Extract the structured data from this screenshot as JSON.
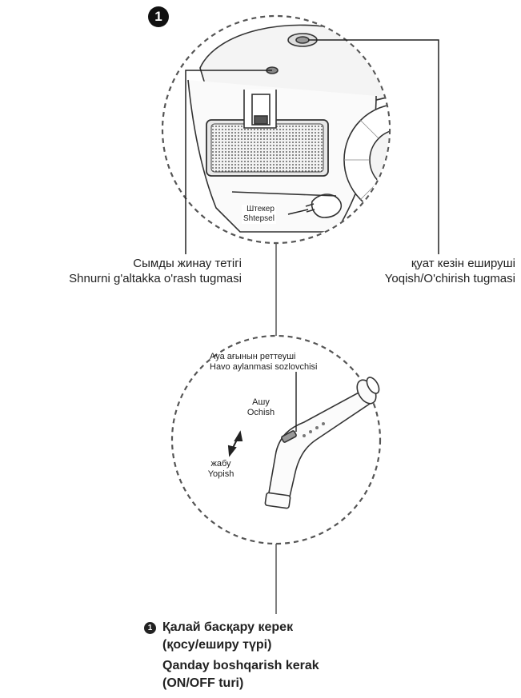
{
  "marker": {
    "number": "1"
  },
  "top_callouts": {
    "plug": {
      "line1": "Штекер",
      "line2": "Shtepsel"
    },
    "cord_button": {
      "line1": "Сымды жинау тетігі",
      "line2": "Shnurni g'altakka o'rash tugmasi"
    },
    "power_button": {
      "line1": "қуат кезін ешируші",
      "line2": "Yoqish/O'chirish tugmasi"
    }
  },
  "handle_callouts": {
    "air_regulator": {
      "line1": "Ауа ағынын реттеуші",
      "line2": "Havo aylanmasi sozlovchisi"
    },
    "open": {
      "line1": "Ашу",
      "line2": "Ochish"
    },
    "close": {
      "line1": "жабу",
      "line2": "Yopish"
    }
  },
  "caption": {
    "line1": "Қалай басқару керек",
    "line2": "(қосу/еширу түрі)",
    "line3": "Qanday boshqarish kerak",
    "line4": "(ON/OFF turi)"
  }
}
